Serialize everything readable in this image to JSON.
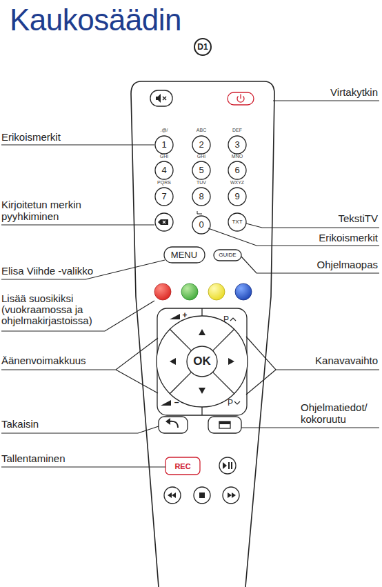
{
  "diagram": {
    "title": "Kaukosäädin",
    "nodes": [
      {
        "text": [
          "D1"
        ]
      }
    ],
    "labels": [
      "Virtakytkin",
      "Erikoismerkit",
      "Kirjoitetun merkin pyyhkiminen",
      "TekstiTV",
      "Erikoismerkit",
      "Elisa Viihde -valikko",
      "Ohjelmaopas",
      "Lisää suosikiksi (vuokraamossa ja ohjelmakirjastoissa)",
      "Äänenvoimakkuus",
      "Kanavavaihto",
      "Ohjelmatiedot/ kokoruutu",
      "Takaisin",
      "Tallentaminen",
      "1",
      "2",
      "3",
      "4",
      "5",
      "6",
      "7",
      "8",
      "9",
      "0",
      ".@/",
      "ABC",
      "DEF",
      "GHI",
      "GHI",
      "MNO",
      "PQRS",
      "TUV",
      "WXYZ",
      "TXT",
      "MENU",
      "GUIDE",
      "OK",
      "+",
      "–",
      "P",
      "P",
      "REC"
    ]
  }
}
